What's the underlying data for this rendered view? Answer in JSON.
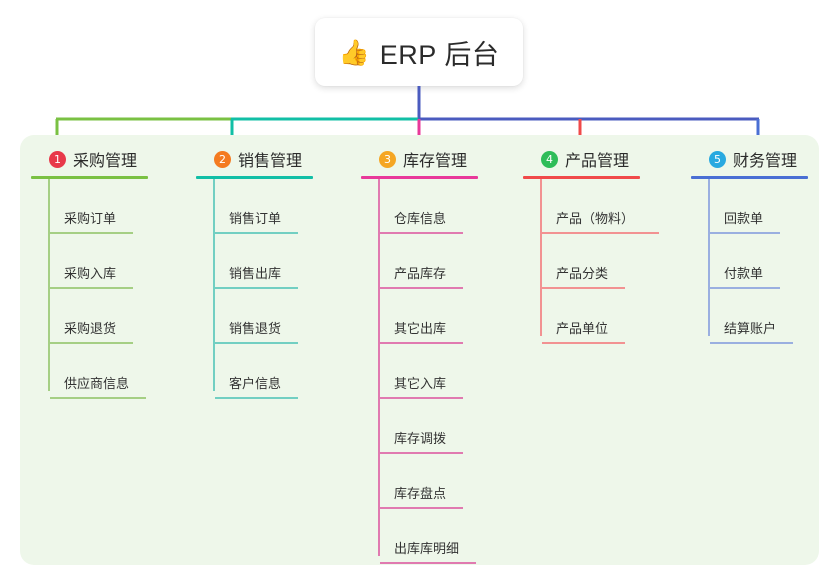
{
  "root": {
    "icon": "thumbs-up-icon",
    "emoji": "👍",
    "title": "ERP 后台"
  },
  "colors": {
    "panel_bg": "#eef7ea",
    "page_bg": "#ffffff",
    "root_text": "#2b2b2b",
    "trunk": "#4a5bbf",
    "bar_green": "#7ac143",
    "bar_teal": "#11bfa6",
    "bar_blue": "#4a5bbf"
  },
  "branches": [
    {
      "index": "1",
      "label": "采购管理",
      "badge_color": "#e8394a",
      "line_color": "#7ac143",
      "leaf_line_color": "#a5cf84",
      "items": [
        "采购订单",
        "采购入库",
        "采购退货",
        "供应商信息"
      ]
    },
    {
      "index": "2",
      "label": "销售管理",
      "badge_color": "#f47b20",
      "line_color": "#11bfa6",
      "leaf_line_color": "#72cfc2",
      "items": [
        "销售订单",
        "销售出库",
        "销售退货",
        "客户信息"
      ]
    },
    {
      "index": "3",
      "label": "库存管理",
      "badge_color": "#f5a623",
      "line_color": "#e8399a",
      "leaf_line_color": "#e07ab0",
      "items": [
        "仓库信息",
        "产品库存",
        "其它出库",
        "其它入库",
        "库存调拨",
        "库存盘点",
        "出库库明细"
      ]
    },
    {
      "index": "4",
      "label": "产品管理",
      "badge_color": "#2ebd59",
      "line_color": "#f04a4a",
      "leaf_line_color": "#f29292",
      "items": [
        "产品（物料）",
        "产品分类",
        "产品单位"
      ]
    },
    {
      "index": "5",
      "label": "财务管理",
      "badge_color": "#29a9e0",
      "line_color": "#4a6fd4",
      "leaf_line_color": "#9aafe0",
      "items": [
        "回款单",
        "付款单",
        "结算账户"
      ]
    }
  ]
}
